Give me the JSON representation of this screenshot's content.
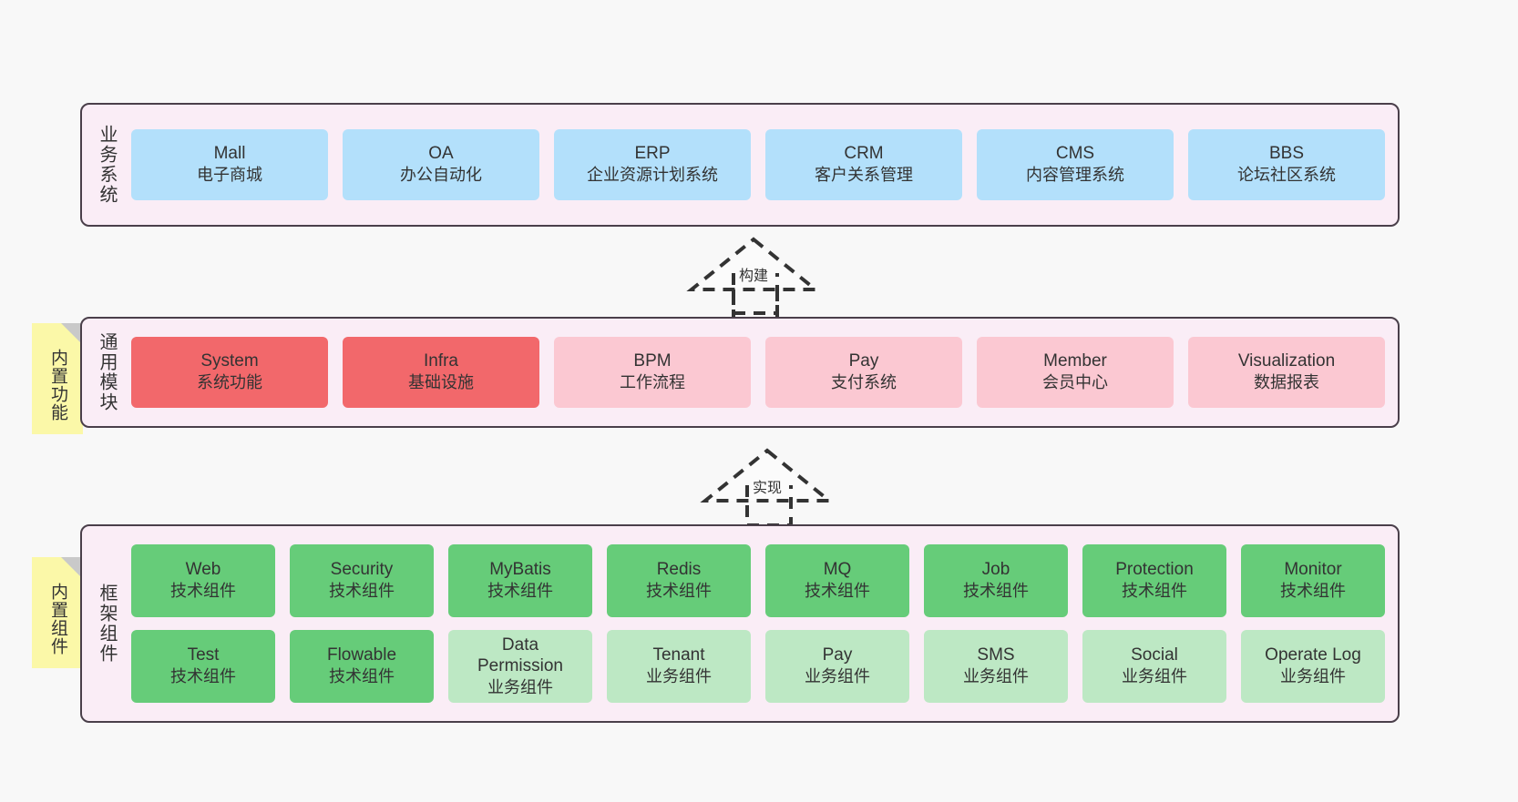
{
  "diagram": {
    "title_hidden": "",
    "layers": [
      {
        "key": "business",
        "name": "业务系统",
        "tag": null,
        "rows": [
          {
            "style": "blue",
            "cards": [
              {
                "t1": "Mall",
                "t2": "电子商城"
              },
              {
                "t1": "OA",
                "t2": "办公自动化"
              },
              {
                "t1": "ERP",
                "t2": "企业资源计划系统"
              },
              {
                "t1": "CRM",
                "t2": "客户关系管理"
              },
              {
                "t1": "CMS",
                "t2": "内容管理系统"
              },
              {
                "t1": "BBS",
                "t2": "论坛社区系统"
              }
            ]
          }
        ]
      },
      {
        "key": "common",
        "name": "通用模块",
        "tag": "内置功能",
        "rows": [
          {
            "style": "mixed-red",
            "cards": [
              {
                "t1": "System",
                "t2": "系统功能",
                "style": "redd"
              },
              {
                "t1": "Infra",
                "t2": "基础设施",
                "style": "redd"
              },
              {
                "t1": "BPM",
                "t2": "工作流程",
                "style": "pinkk"
              },
              {
                "t1": "Pay",
                "t2": "支付系统",
                "style": "pinkk"
              },
              {
                "t1": "Member",
                "t2": "会员中心",
                "style": "pinkk"
              },
              {
                "t1": "Visualization",
                "t2": "数据报表",
                "style": "pinkk"
              }
            ]
          }
        ]
      },
      {
        "key": "framework",
        "name": "框架组件",
        "tag": "内置组件",
        "rows": [
          {
            "style": "green-row",
            "cards": [
              {
                "t1": "Web",
                "t2": "技术组件",
                "style": "green"
              },
              {
                "t1": "Security",
                "t2": "技术组件",
                "style": "green"
              },
              {
                "t1": "MyBatis",
                "t2": "技术组件",
                "style": "green"
              },
              {
                "t1": "Redis",
                "t2": "技术组件",
                "style": "green"
              },
              {
                "t1": "MQ",
                "t2": "技术组件",
                "style": "green"
              },
              {
                "t1": "Job",
                "t2": "技术组件",
                "style": "green"
              },
              {
                "t1": "Protection",
                "t2": "技术组件",
                "style": "green"
              },
              {
                "t1": "Monitor",
                "t2": "技术组件",
                "style": "green"
              }
            ]
          },
          {
            "style": "lgreen-row",
            "cards": [
              {
                "t1": "Test",
                "t2": "技术组件",
                "style": "green"
              },
              {
                "t1": "Flowable",
                "t2": "技术组件",
                "style": "green"
              },
              {
                "t1": "Data Permission",
                "t2": "业务组件",
                "style": "lgreen"
              },
              {
                "t1": "Tenant",
                "t2": "业务组件",
                "style": "lgreen"
              },
              {
                "t1": "Pay",
                "t2": "业务组件",
                "style": "lgreen"
              },
              {
                "t1": "SMS",
                "t2": "业务组件",
                "style": "lgreen"
              },
              {
                "t1": "Social",
                "t2": "业务组件",
                "style": "lgreen"
              },
              {
                "t1": "Operate Log",
                "t2": "业务组件",
                "style": "lgreen"
              }
            ]
          }
        ]
      }
    ],
    "connectors": [
      {
        "key": "build",
        "label": "构建"
      },
      {
        "key": "implement",
        "label": "实现"
      }
    ],
    "colors": {
      "layer_bg": "#faedf6",
      "layer_border": "#4a3f4a",
      "blue": "#b3e0fb",
      "red": "#f2686b",
      "pink": "#fbc8d2",
      "green": "#66cc79",
      "light_green": "#bde8c4",
      "sticky": "#fbf8a8",
      "page_bg": "#f8f8f8"
    }
  }
}
